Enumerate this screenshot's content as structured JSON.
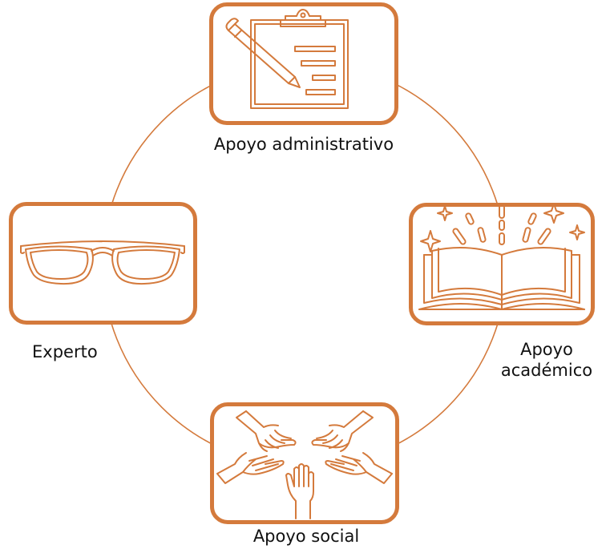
{
  "diagram": {
    "accent_color": "#d47a3c",
    "nodes": [
      {
        "id": "admin",
        "label": "Apoyo administrativo",
        "icon": "clipboard-pencil-icon"
      },
      {
        "id": "academic",
        "label_lines": [
          "Apoyo",
          "académico"
        ],
        "icon": "open-book-icon"
      },
      {
        "id": "social",
        "label": "Apoyo social",
        "icon": "joined-hands-icon"
      },
      {
        "id": "expert",
        "label": "Experto",
        "icon": "glasses-icon"
      }
    ]
  }
}
